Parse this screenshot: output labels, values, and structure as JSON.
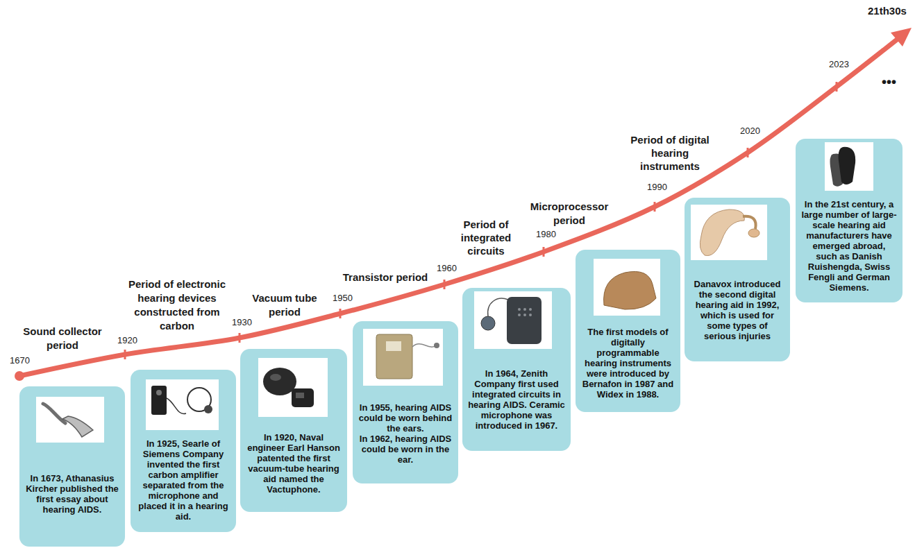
{
  "diagram": {
    "nodes": [
      {
        "text": [
          "In 1673, Athanasius Kircher published the first essay about hearing AIDS."
        ]
      },
      {
        "text": [
          "In 1925, Searle of Siemens Company invented the first carbon amplifier separated from the microphone and placed it in a hearing aid."
        ]
      },
      {
        "text": [
          "In 1920, Naval engineer Earl Hanson patented the first vacuum-tube hearing aid named the Vactuphone."
        ]
      },
      {
        "text": [
          "In 1955, hearing AIDS could be worn behind the ears.",
          "In 1962, hearing AIDS could be worn in the ear."
        ]
      },
      {
        "text": [
          "In 1964, Zenith Company first used integrated circuits in hearing AIDS. Ceramic microphone was introduced in 1967."
        ]
      },
      {
        "text": [
          "The first models of digitally programmable hearing instruments were introduced by Bernafon in 1987 and Widex in 1988."
        ]
      },
      {
        "text": [
          "Danavox introduced the second digital hearing aid in 1992, which is used for some types of serious injuries"
        ]
      },
      {
        "text": [
          "In the 21st century, a large number of large-scale hearing aid manufacturers have emerged abroad, such as Danish Ruishengda, Swiss Fengli and German Siemens."
        ]
      }
    ],
    "labels": [
      "Sound collector period",
      "1670",
      "1920",
      "Period of electronic hearing devices constructed from carbon",
      "Vacuum tube period",
      "1930",
      "1950",
      "Transistor period",
      "1960",
      "Period of integrated circuits",
      "1980",
      "Microprocessor period",
      "1990",
      "Period of digital hearing instruments",
      "2020",
      "2023",
      "•••",
      "21th30s"
    ]
  }
}
